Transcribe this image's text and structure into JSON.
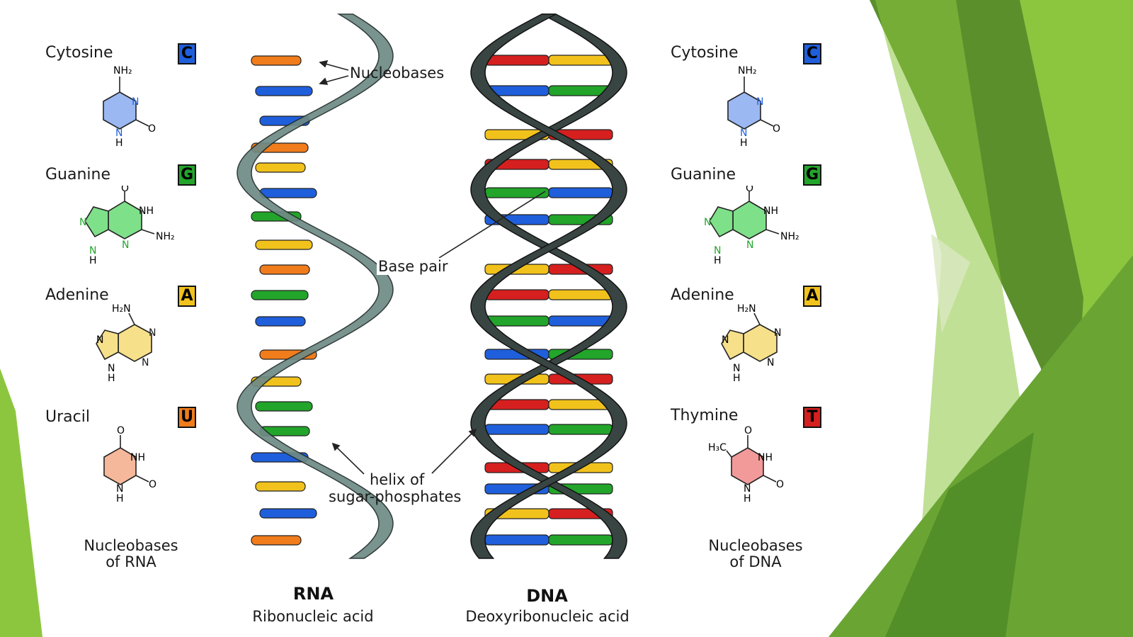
{
  "colors": {
    "cytosine": "#1f5fdc",
    "guanine": "#22a52a",
    "adenine": "#f2c21c",
    "uracil": "#f07c1c",
    "thymine": "#d61f1f",
    "rna_backbone": "#6e8a85",
    "dna_backbone": "#394542",
    "green_light": "#8cc63f",
    "green_dark": "#4e8a25"
  },
  "rna_side": {
    "bases": [
      {
        "name": "Cytosine",
        "letter": "C",
        "color": "#1f5fdc"
      },
      {
        "name": "Guanine",
        "letter": "G",
        "color": "#22a52a"
      },
      {
        "name": "Adenine",
        "letter": "A",
        "color": "#f2c21c"
      },
      {
        "name": "Uracil",
        "letter": "U",
        "color": "#f07c1c"
      }
    ],
    "caption_line1": "Nucleobases",
    "caption_line2": "of RNA"
  },
  "dna_side": {
    "bases": [
      {
        "name": "Cytosine",
        "letter": "C",
        "color": "#1f5fdc"
      },
      {
        "name": "Guanine",
        "letter": "G",
        "color": "#22a52a"
      },
      {
        "name": "Adenine",
        "letter": "A",
        "color": "#f2c21c"
      },
      {
        "name": "Thymine",
        "letter": "T",
        "color": "#d61f1f"
      }
    ],
    "caption_line1": "Nucleobases",
    "caption_line2": "of DNA"
  },
  "atoms": {
    "nh2": "NH₂",
    "h2n": "H₂N",
    "h3c": "H₃C",
    "n": "N",
    "nh": "NH",
    "h": "H",
    "o": "O"
  },
  "annotations": {
    "nucleobases": "Nucleobases",
    "base_pair": "Base pair",
    "helix_line1": "helix of",
    "helix_line2": "sugar-phosphates"
  },
  "rna": {
    "title": "RNA",
    "subtitle": "Ribonucleic acid"
  },
  "dna": {
    "title": "DNA",
    "subtitle": "Deoxyribonucleic acid"
  }
}
